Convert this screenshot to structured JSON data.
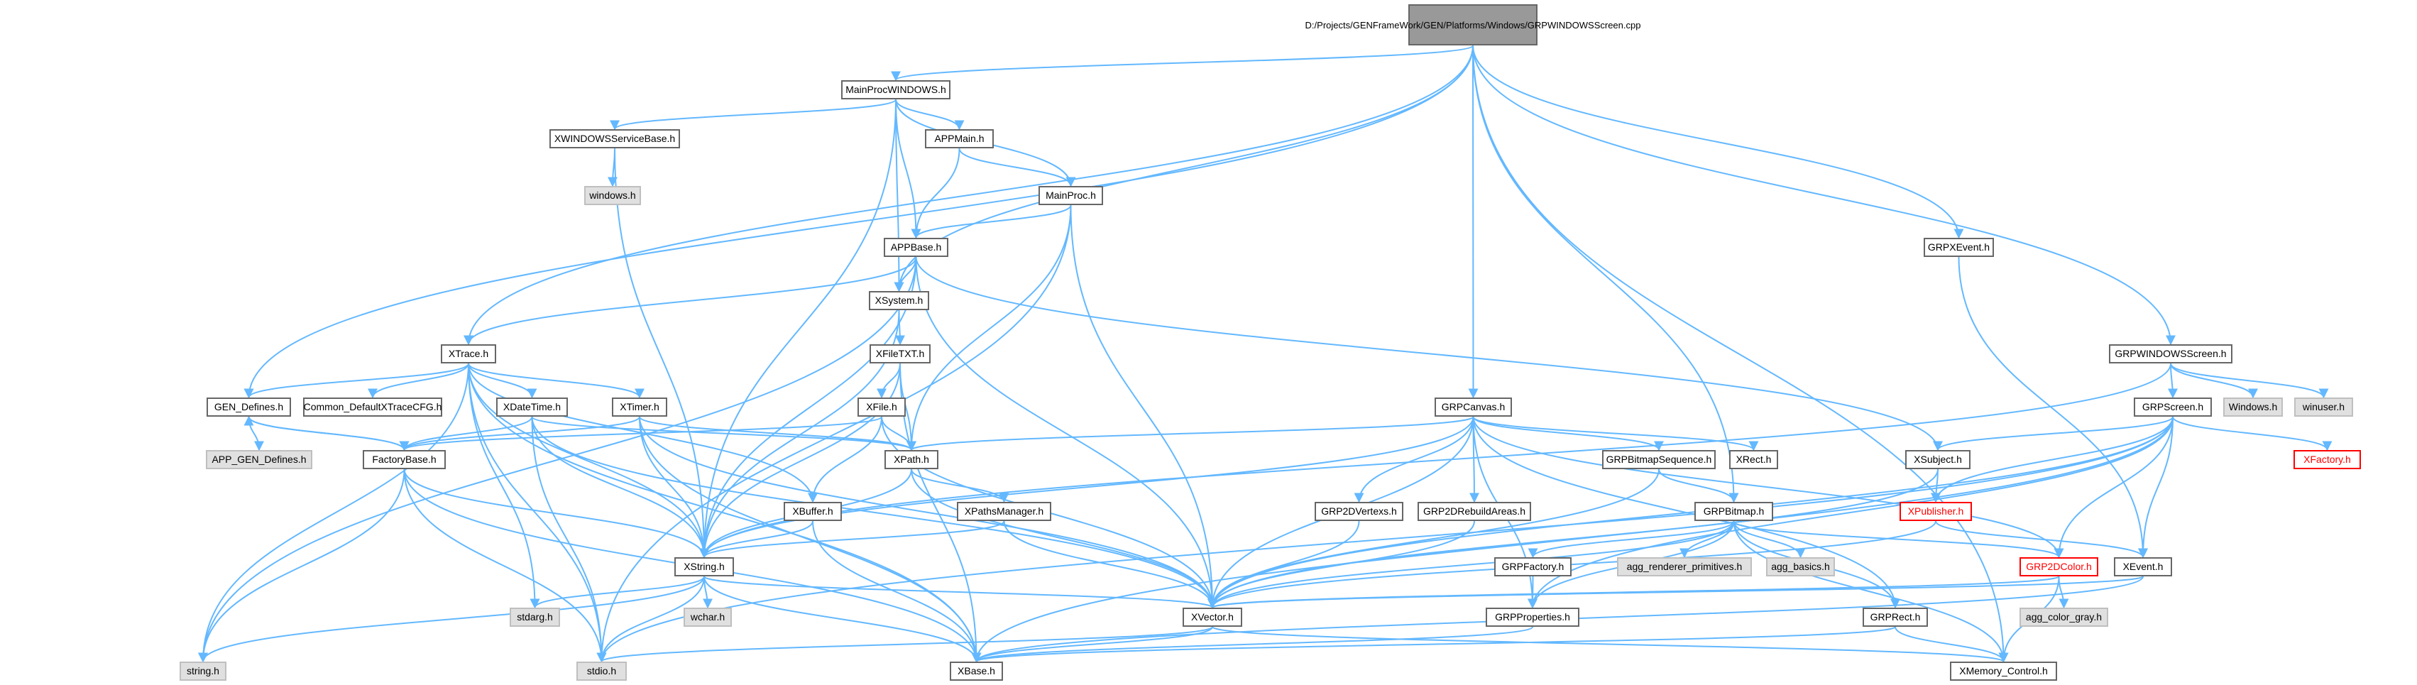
{
  "graph": {
    "colors": {
      "edge": "#63b8ff",
      "node_border": "#666666",
      "node_fill": "#ffffff",
      "system_fill": "#e0e0e0",
      "root_fill": "#999999",
      "warning_border": "#ff0000"
    },
    "nodes": {
      "root": "D:/Projects/GENFrameWork/GEN/Platforms/Windows/GRPWINDOWSScreen.cpp",
      "mainproc_windows": "MainProcWINDOWS.h",
      "xwindows_service": "XWINDOWSServiceBase.h",
      "windows_lower": "windows.h",
      "appmain": "APPMain.h",
      "mainproc": "MainProc.h",
      "appbase": "APPBase.h",
      "xsystem": "XSystem.h",
      "xfiletxt": "XFileTXT.h",
      "xfile": "XFile.h",
      "xtrace": "XTrace.h",
      "gen_defines": "GEN_Defines.h",
      "app_gen_defines": "APP_GEN_Defines.h",
      "common_default": "Common_DefaultXTraceCFG.h",
      "xdatetime": "XDateTime.h",
      "xtimer": "XTimer.h",
      "factorybase": "FactoryBase.h",
      "xpath": "XPath.h",
      "xbuffer": "XBuffer.h",
      "xpathsmanager": "XPathsManager.h",
      "xstring": "XString.h",
      "stdarg": "stdarg.h",
      "wchar": "wchar.h",
      "string": "string.h",
      "stdio": "stdio.h",
      "xbase": "XBase.h",
      "xvector": "XVector.h",
      "xmemory_control": "XMemory_Control.h",
      "grpcanvas": "GRPCanvas.h",
      "grp2dvertexs": "GRP2DVertexs.h",
      "grp2drebuildareas": "GRP2DRebuildAreas.h",
      "grpbitmapsequence": "GRPBitmapSequence.h",
      "xrect": "XRect.h",
      "grpbitmap": "GRPBitmap.h",
      "grpfactory": "GRPFactory.h",
      "agg_renderer": "agg_renderer_primitives.h",
      "agg_basics": "agg_basics.h",
      "grpproperties": "GRPProperties.h",
      "grprect": "GRPRect.h",
      "grp2dcolor": "GRP2DColor.h",
      "agg_color_gray": "agg_color_gray.h",
      "xsubject": "XSubject.h",
      "xpublisher": "XPublisher.h",
      "xevent": "XEvent.h",
      "grpxevent": "GRPXEvent.h",
      "grpwindowsscreen": "GRPWINDOWSScreen.h",
      "grpscreen": "GRPScreen.h",
      "windows_upper": "Windows.h",
      "winuser": "winuser.h",
      "xfactory": "XFactory.h"
    }
  }
}
